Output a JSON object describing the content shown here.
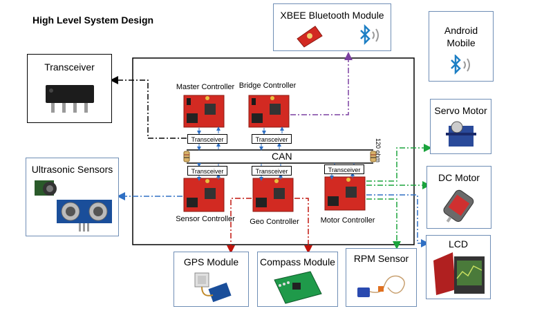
{
  "title": "High Level System Design",
  "bus": {
    "label": "CAN",
    "terminator": "120 ohm"
  },
  "controllers": {
    "master": {
      "label": "Master Controller",
      "transceiver": "Transceiver"
    },
    "bridge": {
      "label": "Bridge Controller",
      "transceiver": "Transceiver"
    },
    "sensor": {
      "label": "Sensor Controller",
      "transceiver": "Transceiver"
    },
    "geo": {
      "label": "Geo Controller",
      "transceiver": "Transceiver"
    },
    "motor": {
      "label": "Motor Controller",
      "transceiver": "Transceiver"
    }
  },
  "modules": {
    "transceiver": "Transceiver",
    "xbee": "XBEE Bluetooth Module",
    "android_line1": "Android",
    "android_line2": "Mobile",
    "ultrasonic": "Ultrasonic Sensors",
    "servo": "Servo Motor",
    "dc_motor": "DC Motor",
    "lcd": "LCD",
    "gps": "GPS Module",
    "compass": "Compass Module",
    "rpm": "RPM Sensor"
  },
  "colors": {
    "board_red": "#d22a22",
    "bluetooth_blue": "#1d7fc4",
    "line_black": "#000000",
    "line_purple": "#7a3ea0",
    "line_blue": "#2e6fc4",
    "line_red": "#c0140c",
    "line_green": "#1aa33c"
  },
  "icons": [
    "bluetooth-icon",
    "microcontroller-board-icon",
    "chip-icon",
    "ultrasonic-sensor-icon",
    "servo-icon",
    "dc-motor-icon",
    "lcd-icon",
    "gps-icon",
    "compass-icon",
    "rpm-sensor-icon"
  ]
}
